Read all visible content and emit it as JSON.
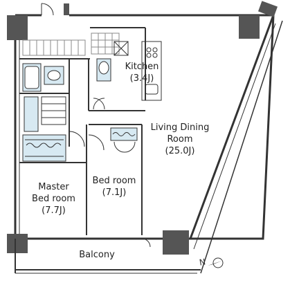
{
  "rooms": {
    "kitchen": {
      "name": "Kitchen",
      "size": "(3.4J)"
    },
    "living": {
      "line1": "Living Dining",
      "line2": "Room",
      "size": "(25.0J)"
    },
    "bed": {
      "name": "Bed room",
      "size": "(7.1J)"
    },
    "master": {
      "line1": "Master",
      "line2": "Bed room",
      "size": "(7.7J)"
    },
    "balcony": {
      "name": "Balcony"
    }
  },
  "compass": {
    "letter": "N"
  },
  "colors": {
    "wall": "#333333",
    "column": "#555555",
    "fixture": "#d7e9f2",
    "closet_hatch": "#888888"
  }
}
